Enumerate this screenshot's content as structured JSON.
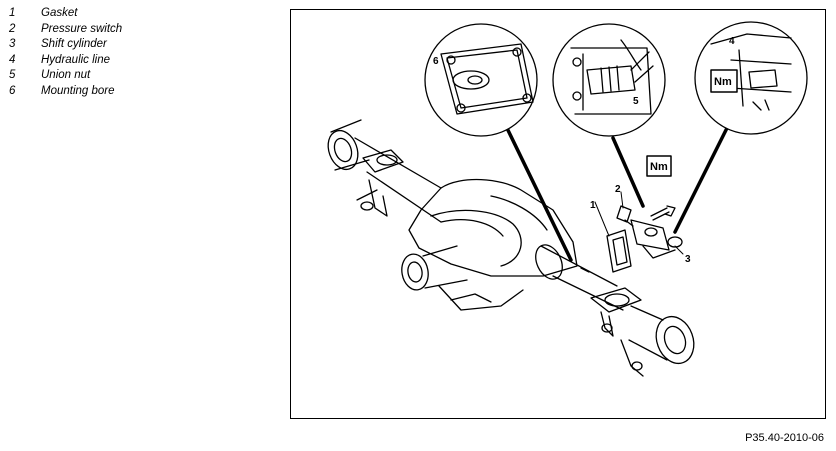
{
  "legend": [
    {
      "num": "1",
      "label": "Gasket"
    },
    {
      "num": "2",
      "label": "Pressure switch"
    },
    {
      "num": "3",
      "label": "Shift cylinder"
    },
    {
      "num": "4",
      "label": "Hydraulic line"
    },
    {
      "num": "5",
      "label": "Union nut"
    },
    {
      "num": "6",
      "label": "Mounting bore"
    }
  ],
  "figure": {
    "code": "P35.40-2010-06",
    "callouts": {
      "c1": "1",
      "c2": "2",
      "c3": "3",
      "detail_a": "6",
      "detail_b": "5",
      "detail_c": "4"
    },
    "torque_label": "Nm"
  }
}
